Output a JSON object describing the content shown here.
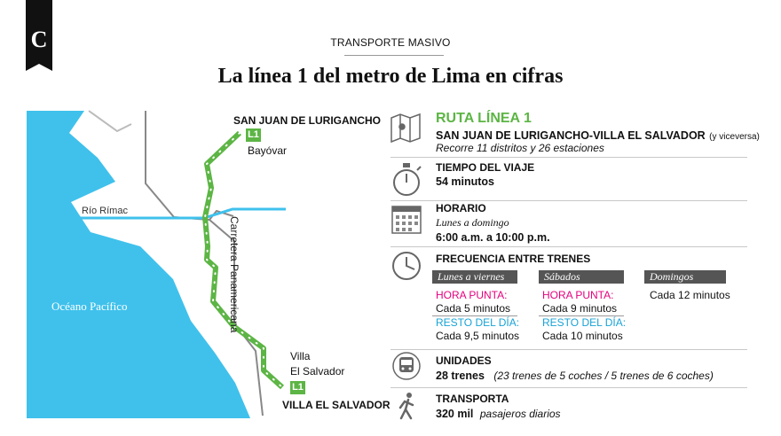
{
  "header": {
    "kicker": "TRANSPORTE MASIVO",
    "title": "La línea 1 del metro de Lima en cifras"
  },
  "map": {
    "north_station": "SAN JUAN DE LURIGANCHO",
    "north_stop": "Bayóvar",
    "line_badge": "L1",
    "river": "Río Rímac",
    "highway": "Carretera Panamericana",
    "ocean": "Océano Pacífico",
    "south_stop_1": "Villa",
    "south_stop_2": "El Salvador",
    "south_station": "VILLA EL SALVADOR",
    "colors": {
      "sea": "#3fc1ec",
      "line": "#5cb544",
      "river": "#3fc1ec",
      "road": "#888888"
    }
  },
  "info": {
    "ruta": {
      "title": "RUTA LÍNEA 1",
      "route": "SAN JUAN DE LURIGANCHO-VILLA EL SALVADOR",
      "route_note": "(y viceversa)",
      "desc": "Recorre 11 distritos y 26 estaciones",
      "icon": "map-icon"
    },
    "tiempo": {
      "title": "TIEMPO DEL VIAJE",
      "value": "54 minutos",
      "icon": "stopwatch-icon"
    },
    "horario": {
      "title": "HORARIO",
      "days": "Lunes a domingo",
      "hours": "6:00 a.m. a 10:00 p.m.",
      "icon": "calendar-icon"
    },
    "frecuencia": {
      "title": "FRECUENCIA ENTRE TRENES",
      "icon": "clock-icon",
      "weekday": {
        "label": "Lunes a viernes",
        "peak_label": "HORA PUNTA:",
        "peak_value": "Cada 5 minutos",
        "rest_label": "RESTO DEL DÍA:",
        "rest_value": "Cada 9,5 minutos"
      },
      "saturday": {
        "label": "Sábados",
        "peak_label": "HORA PUNTA:",
        "peak_value": "Cada 9 minutos",
        "rest_label": "RESTO DEL DÍA:",
        "rest_value": "Cada 10 minutos"
      },
      "sunday": {
        "label": "Domingos",
        "value": "Cada 12 minutos"
      }
    },
    "unidades": {
      "title": "UNIDADES",
      "value": "28 trenes",
      "note": "(23 trenes de 5 coches / 5 trenes de 6 coches)",
      "icon": "train-icon"
    },
    "transporta": {
      "title": "TRANSPORTA",
      "value": "320 mil",
      "note": "pasajeros diarios",
      "icon": "walking-person-icon"
    }
  }
}
